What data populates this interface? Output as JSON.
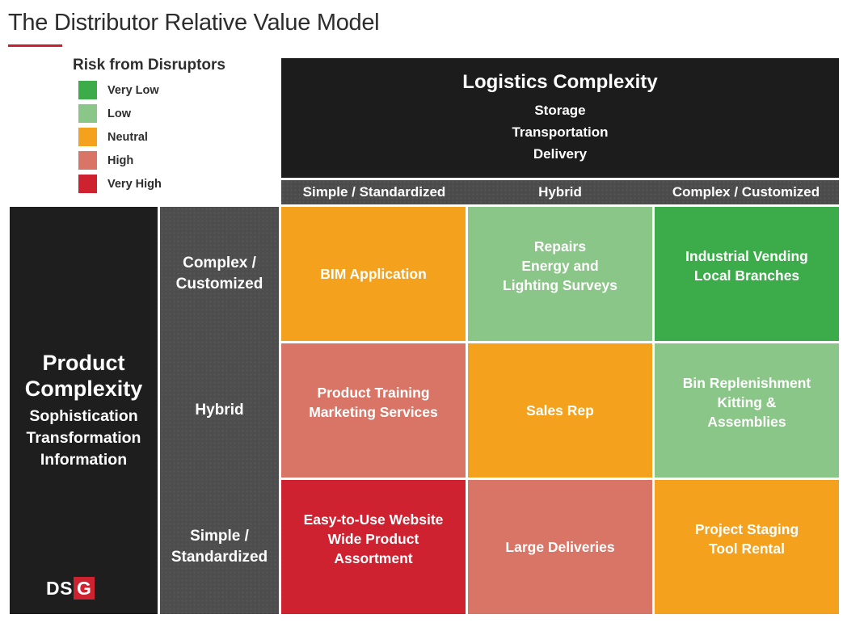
{
  "title": "The Distributor Relative Value Model",
  "accent_color": "#c8202e",
  "legend": {
    "title": "Risk from Disruptors",
    "items": [
      {
        "label": "Very Low",
        "color": "#3bac49"
      },
      {
        "label": "Low",
        "color": "#8ac687"
      },
      {
        "label": "Neutral",
        "color": "#f4a21e"
      },
      {
        "label": "High",
        "color": "#d97566"
      },
      {
        "label": "Very High",
        "color": "#ce2231"
      }
    ]
  },
  "logistics_header": {
    "title": "Logistics Complexity",
    "subtitle_lines": [
      "Storage",
      "Transportation",
      "Delivery"
    ],
    "column_labels": [
      "Simple / Standardized",
      "Hybrid",
      "Complex / Customized"
    ]
  },
  "product_header": {
    "title_lines": [
      "Product",
      "Complexity"
    ],
    "subtitle_lines": [
      "Sophistication",
      "Transformation",
      "Information"
    ],
    "row_labels": [
      [
        "Complex /",
        "Customized"
      ],
      [
        "Hybrid"
      ],
      [
        "Simple /",
        "Standardized"
      ]
    ]
  },
  "grid": {
    "cells": [
      [
        {
          "lines": [
            "BIM Application"
          ],
          "risk": "Neutral",
          "color": "#f4a21e"
        },
        {
          "lines": [
            "Repairs",
            "Energy and",
            "Lighting Surveys"
          ],
          "risk": "Low",
          "color": "#8ac687"
        },
        {
          "lines": [
            "Industrial Vending",
            "Local Branches"
          ],
          "risk": "Very Low",
          "color": "#3bac49"
        }
      ],
      [
        {
          "lines": [
            "Product Training",
            "Marketing Services"
          ],
          "risk": "High",
          "color": "#d97566"
        },
        {
          "lines": [
            "Sales Rep"
          ],
          "risk": "Neutral",
          "color": "#f4a21e"
        },
        {
          "lines": [
            "Bin Replenishment",
            "Kitting &",
            "Assemblies"
          ],
          "risk": "Low",
          "color": "#8ac687"
        }
      ],
      [
        {
          "lines": [
            "Easy-to-Use Website",
            "Wide Product",
            "Assortment"
          ],
          "risk": "Very High",
          "color": "#ce2231"
        },
        {
          "lines": [
            "Large Deliveries"
          ],
          "risk": "High",
          "color": "#d97566"
        },
        {
          "lines": [
            "Project Staging",
            "Tool Rental"
          ],
          "risk": "Neutral",
          "color": "#f4a21e"
        }
      ]
    ]
  },
  "logo": {
    "ds": "DS",
    "g": "G",
    "g_bg_color": "#ce2231"
  }
}
